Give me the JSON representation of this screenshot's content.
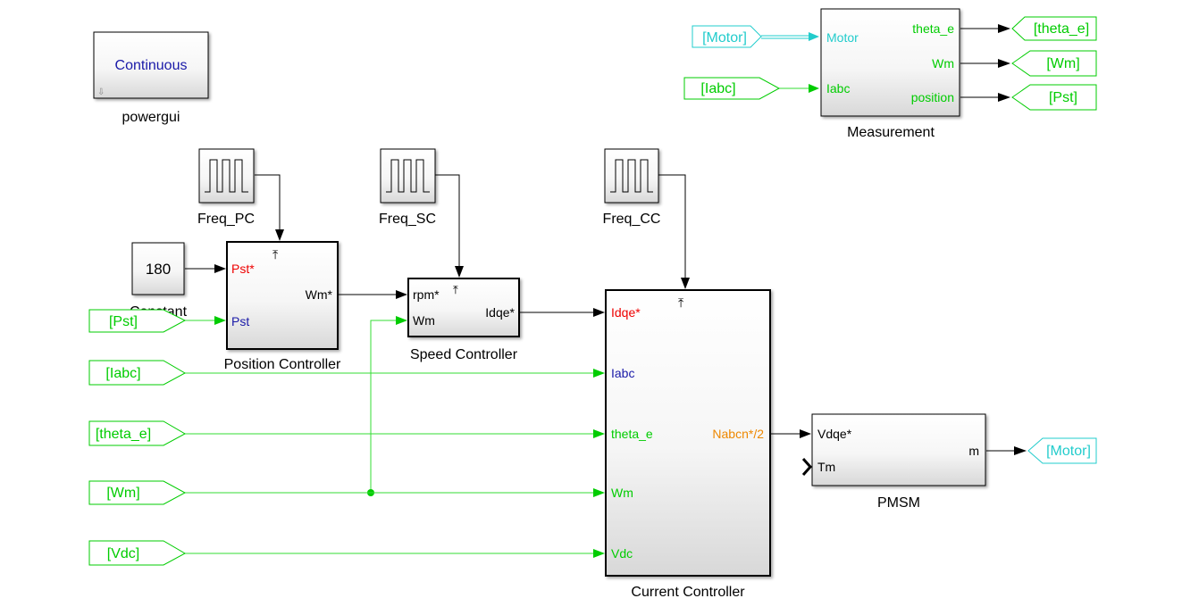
{
  "powergui": {
    "mode": "Continuous",
    "name": "powergui"
  },
  "colors": {
    "signal_green": "#00cc00",
    "signal_cyan": "#22cccc",
    "input_red": "#ee0000",
    "input_blue": "#1a1aa8",
    "output_orange": "#ee8800",
    "wire_black": "#000000",
    "wire_green": "#33dd33",
    "wire_cyan": "#22cccc",
    "block_gradient_bottom": "#d8d8d8"
  },
  "measurement": {
    "name": "Measurement",
    "inputs": [
      "Motor",
      "Iabc"
    ],
    "outputs": [
      "theta_e",
      "Wm",
      "position"
    ]
  },
  "tags": {
    "from_motor": "[Motor]",
    "from_iabc_top": "[Iabc]",
    "goto_theta_e": "[theta_e]",
    "goto_wm": "[Wm]",
    "goto_pst": "[Pst]",
    "from_pst": "[Pst]",
    "from_iabc": "[Iabc]",
    "from_theta_e": "[theta_e]",
    "from_wm": "[Wm]",
    "from_vdc": "[Vdc]",
    "goto_motor": "[Motor]"
  },
  "pulse_generators": {
    "pc": "Freq_PC",
    "sc": "Freq_SC",
    "cc": "Freq_CC"
  },
  "constant": {
    "value": "180",
    "name": "Constant"
  },
  "position_controller": {
    "name": "Position Controller",
    "in_pst_star": "Pst*",
    "in_pst": "Pst",
    "out_wm_star": "Wm*"
  },
  "speed_controller": {
    "name": "Speed Controller",
    "in_rpm_star": "rpm*",
    "in_wm": "Wm",
    "out_idqe_star": "Idqe*"
  },
  "current_controller": {
    "name": "Current Controller",
    "in_idqe_star": "Idqe*",
    "in_iabc": "Iabc",
    "in_theta_e": "theta_e",
    "in_wm": "Wm",
    "in_vdc": "Vdc",
    "out_nabcn": "Nabcn*/2"
  },
  "pmsm": {
    "name": "PMSM",
    "in_vdqe_star": "Vdqe*",
    "in_tm": "Tm",
    "out_m": "m"
  }
}
